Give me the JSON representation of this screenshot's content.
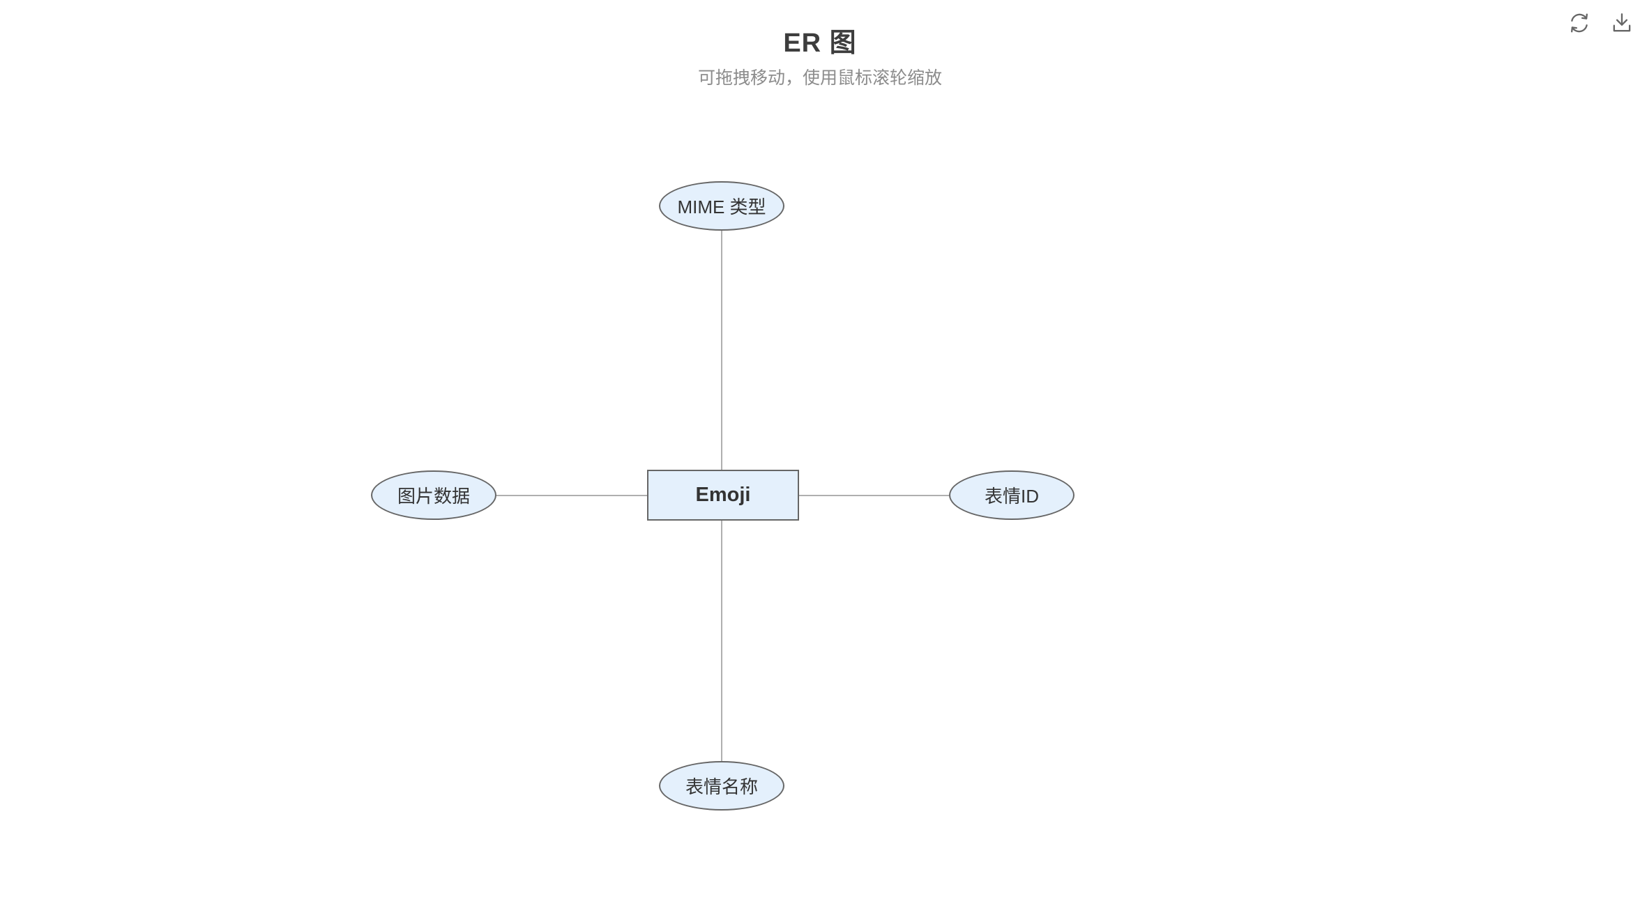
{
  "header": {
    "title": "ER 图",
    "subtitle": "可拖拽移动，使用鼠标滚轮缩放"
  },
  "toolbar": {
    "icons": [
      {
        "name": "refresh-icon"
      },
      {
        "name": "download-icon"
      }
    ]
  },
  "diagram": {
    "type": "er-diagram",
    "entity": {
      "label": "Emoji",
      "shape": "rectangle"
    },
    "attributes": [
      {
        "label": "MIME 类型",
        "shape": "ellipse",
        "position": "top"
      },
      {
        "label": "图片数据",
        "shape": "ellipse",
        "position": "left"
      },
      {
        "label": "表情ID",
        "shape": "ellipse",
        "position": "right"
      },
      {
        "label": "表情名称",
        "shape": "ellipse",
        "position": "bottom"
      }
    ],
    "edges": [
      {
        "from": "Emoji",
        "to": "MIME 类型"
      },
      {
        "from": "Emoji",
        "to": "图片数据"
      },
      {
        "from": "Emoji",
        "to": "表情ID"
      },
      {
        "from": "Emoji",
        "to": "表情名称"
      }
    ],
    "colors": {
      "node_fill": "#E4F0FC",
      "node_border": "#666666",
      "edge": "#AFAFAF",
      "node_text": "#333333",
      "title_text": "#3D3D3D",
      "subtitle_text": "#8C8C8C",
      "icon": "#666666"
    }
  }
}
